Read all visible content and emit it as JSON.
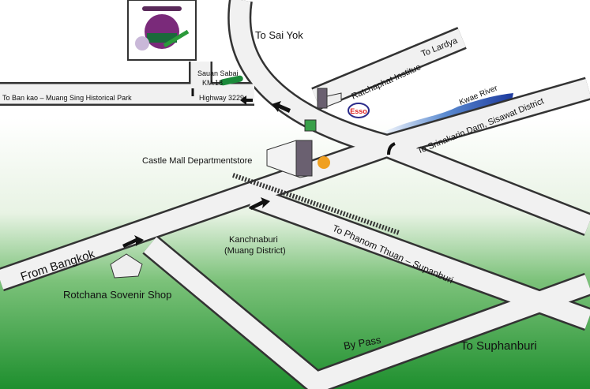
{
  "labels": {
    "sai_yok": "To Sai Yok",
    "lardya": "To Lardya",
    "ratchaphat": "Ratchaphat Institue",
    "kwae_river": "Kwae River",
    "srinakarin": "To Srinakarin Dam, Sisawat District",
    "castle_mall": "Castle Mall Departmentstore",
    "ban_kao": "To Ban kao – Muang Sing Historical Park",
    "highway": "Highway 3229",
    "sauan_sabai": "Sauan Sabai",
    "km": "KM.18",
    "from_bangkok": "From Bangkok",
    "kanchanaburi": "Kanchnaburi",
    "muang_district": "(Muang District)",
    "phanom_thuan": "To Phanom Thuan – Supanburi",
    "rotchana": "Rotchana Sovenir Shop",
    "bypass": "By Pass",
    "suphanburi": "To Suphanburi",
    "esso": "Esso"
  },
  "colors": {
    "grass": "#2f9a3a",
    "road_edge": "#333333",
    "river": "#2a4fb0",
    "logo_purple": "#7a2a7a"
  }
}
